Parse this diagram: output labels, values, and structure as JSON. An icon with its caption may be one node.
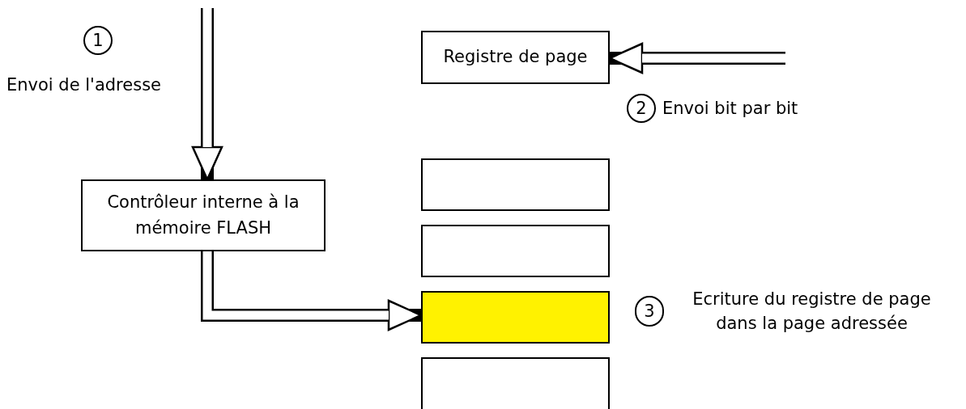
{
  "diagram": {
    "nodes": [
      {
        "text": [
          "Registre de page"
        ]
      },
      {
        "text": [
          "Contrôleur interne à la mémoire FLASH"
        ]
      },
      {
        "text": [],
        "shape": "box"
      },
      {
        "text": [],
        "shape": "box"
      },
      {
        "text": [],
        "shape": "box"
      },
      {
        "text": [],
        "shape": "box"
      }
    ],
    "edges": [
      {
        "from": null,
        "to": 1,
        "arrow": "to"
      },
      {
        "from": null,
        "to": 0,
        "arrow": "to"
      },
      {
        "from": 1,
        "to": 4,
        "arrow": "to"
      }
    ],
    "labels": [
      "1",
      "Envoi de l'adresse",
      "2",
      "Envoi bit par bit",
      "3",
      "Ecriture du registre de page dans la page adressée"
    ]
  }
}
